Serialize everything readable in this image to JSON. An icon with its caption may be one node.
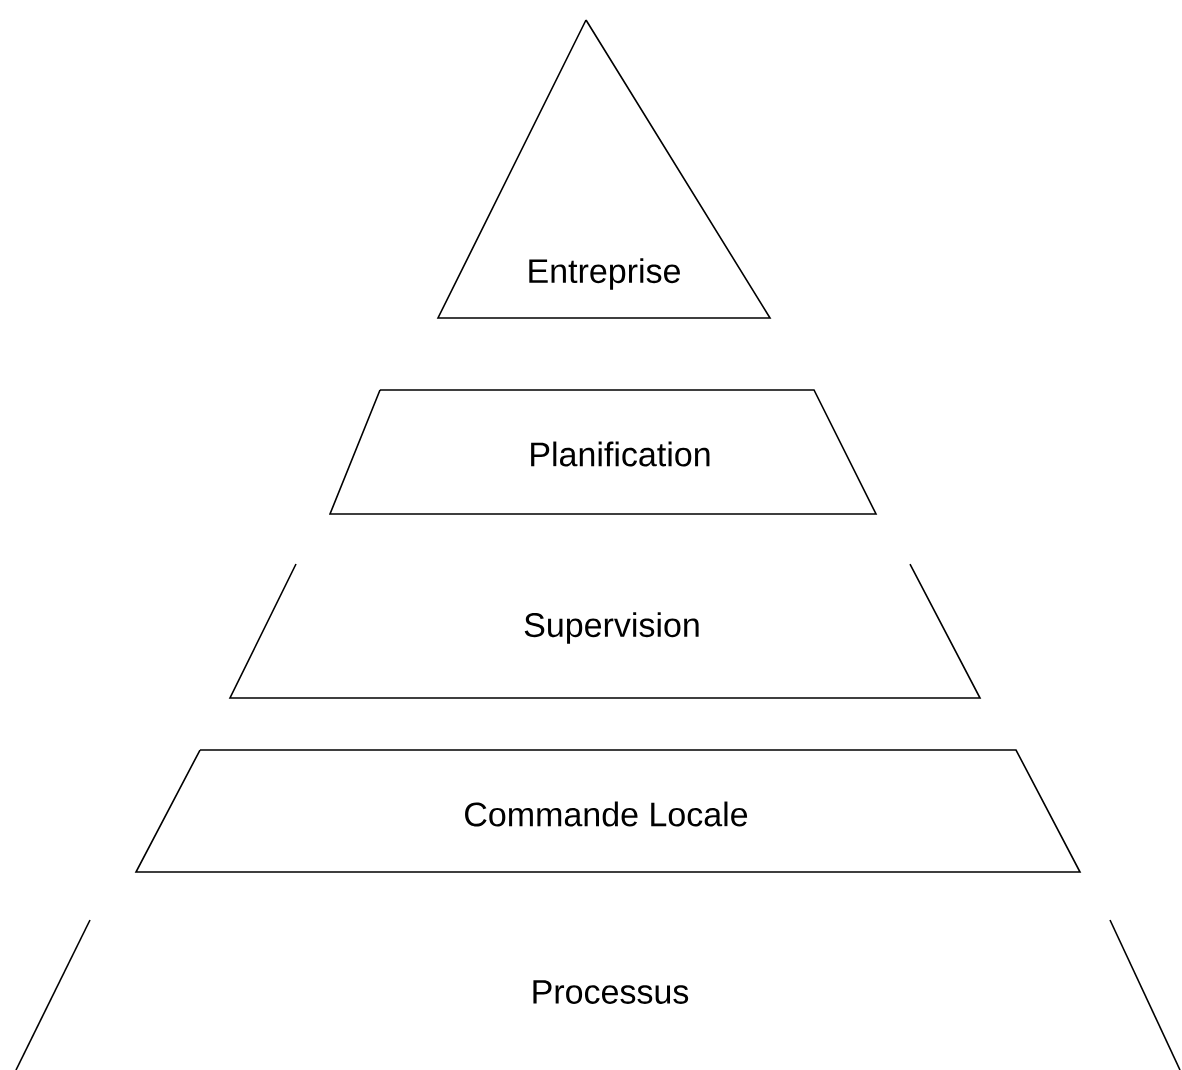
{
  "diagram": {
    "nodes": [
      {
        "text": [
          "Entreprise"
        ]
      },
      {
        "text": [
          "Planification"
        ]
      },
      {
        "text": [
          "Supervision"
        ]
      },
      {
        "text": [
          "Commande Locale"
        ]
      },
      {
        "text": [
          "Processus"
        ]
      }
    ]
  }
}
